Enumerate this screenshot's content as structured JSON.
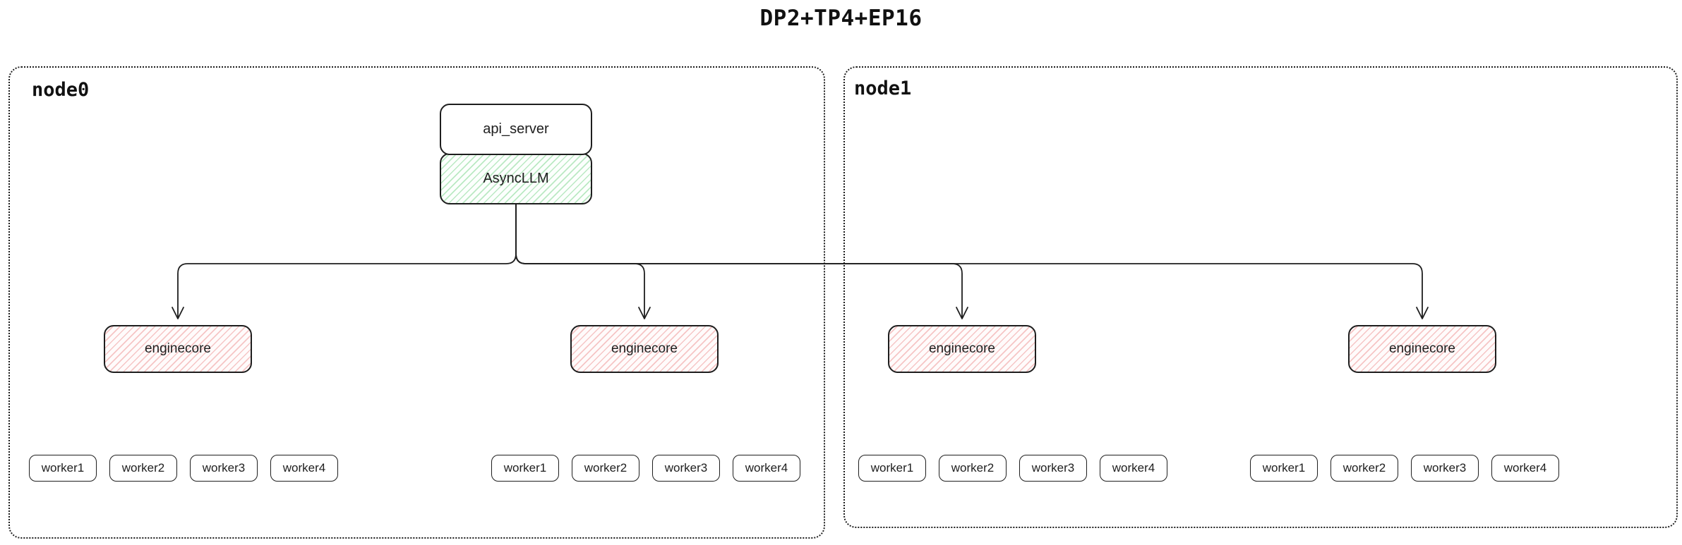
{
  "title": "DP2+TP4+EP16",
  "colors": {
    "stroke": "#1e1e1e",
    "green_hatch": "#40c057",
    "red_hatch": "#e03131"
  },
  "api_server": {
    "label": "api_server"
  },
  "asyncllm": {
    "label": "AsyncLLM"
  },
  "nodes": [
    {
      "label": "node0",
      "enginecores": [
        {
          "label": "enginecore",
          "workers": [
            "worker1",
            "worker2",
            "worker3",
            "worker4"
          ]
        },
        {
          "label": "enginecore",
          "workers": [
            "worker1",
            "worker2",
            "worker3",
            "worker4"
          ]
        }
      ]
    },
    {
      "label": "node1",
      "enginecores": [
        {
          "label": "enginecore",
          "workers": [
            "worker1",
            "worker2",
            "worker3",
            "worker4"
          ]
        },
        {
          "label": "enginecore",
          "workers": [
            "worker1",
            "worker2",
            "worker3",
            "worker4"
          ]
        }
      ]
    }
  ]
}
